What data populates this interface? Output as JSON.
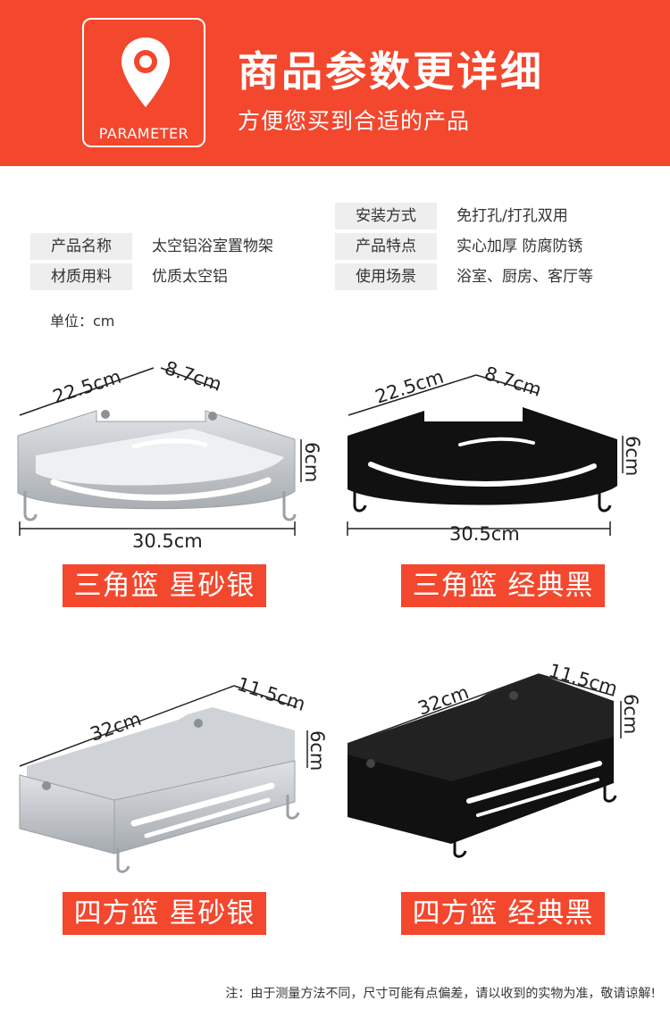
{
  "header": {
    "badge_label": "PARAMETER",
    "title": "商品参数更详细",
    "subtitle": "方便您买到合适的产品",
    "accent_color": "#f3472e",
    "icon": "location-pin-icon"
  },
  "specs": {
    "left": [
      {
        "key": "产品名称",
        "value": "太空铝浴室置物架"
      },
      {
        "key": "材质用料",
        "value": "优质太空铝"
      }
    ],
    "right": [
      {
        "key": "安装方式",
        "value": "免打孔/打孔双用"
      },
      {
        "key": "产品特点",
        "value": "实心加厚 防腐防锈"
      },
      {
        "key": "使用场景",
        "value": "浴室、厨房、客厅等"
      }
    ],
    "unit": "单位：cm"
  },
  "products": [
    {
      "name": "三角篮 星砂银",
      "width": "30.5cm",
      "side": "22.5cm",
      "depth": "8.7cm",
      "height": "6cm",
      "finish_color": "#c4c8cc"
    },
    {
      "name": "三角篮 经典黑",
      "width": "30.5cm",
      "side": "22.5cm",
      "depth": "8.7cm",
      "height": "6cm",
      "finish_color": "#111111"
    },
    {
      "name": "四方篮 星砂银",
      "length": "32cm",
      "depth": "11.5cm",
      "height": "6cm",
      "finish_color": "#c4c8cc"
    },
    {
      "name": "四方篮 经典黑",
      "length": "32cm",
      "depth": "11.5cm",
      "height": "6cm",
      "finish_color": "#111111"
    }
  ],
  "footnote": "注：由于测量方法不同，尺寸可能有点偏差，请以收到的实物为准，敬请谅解!"
}
